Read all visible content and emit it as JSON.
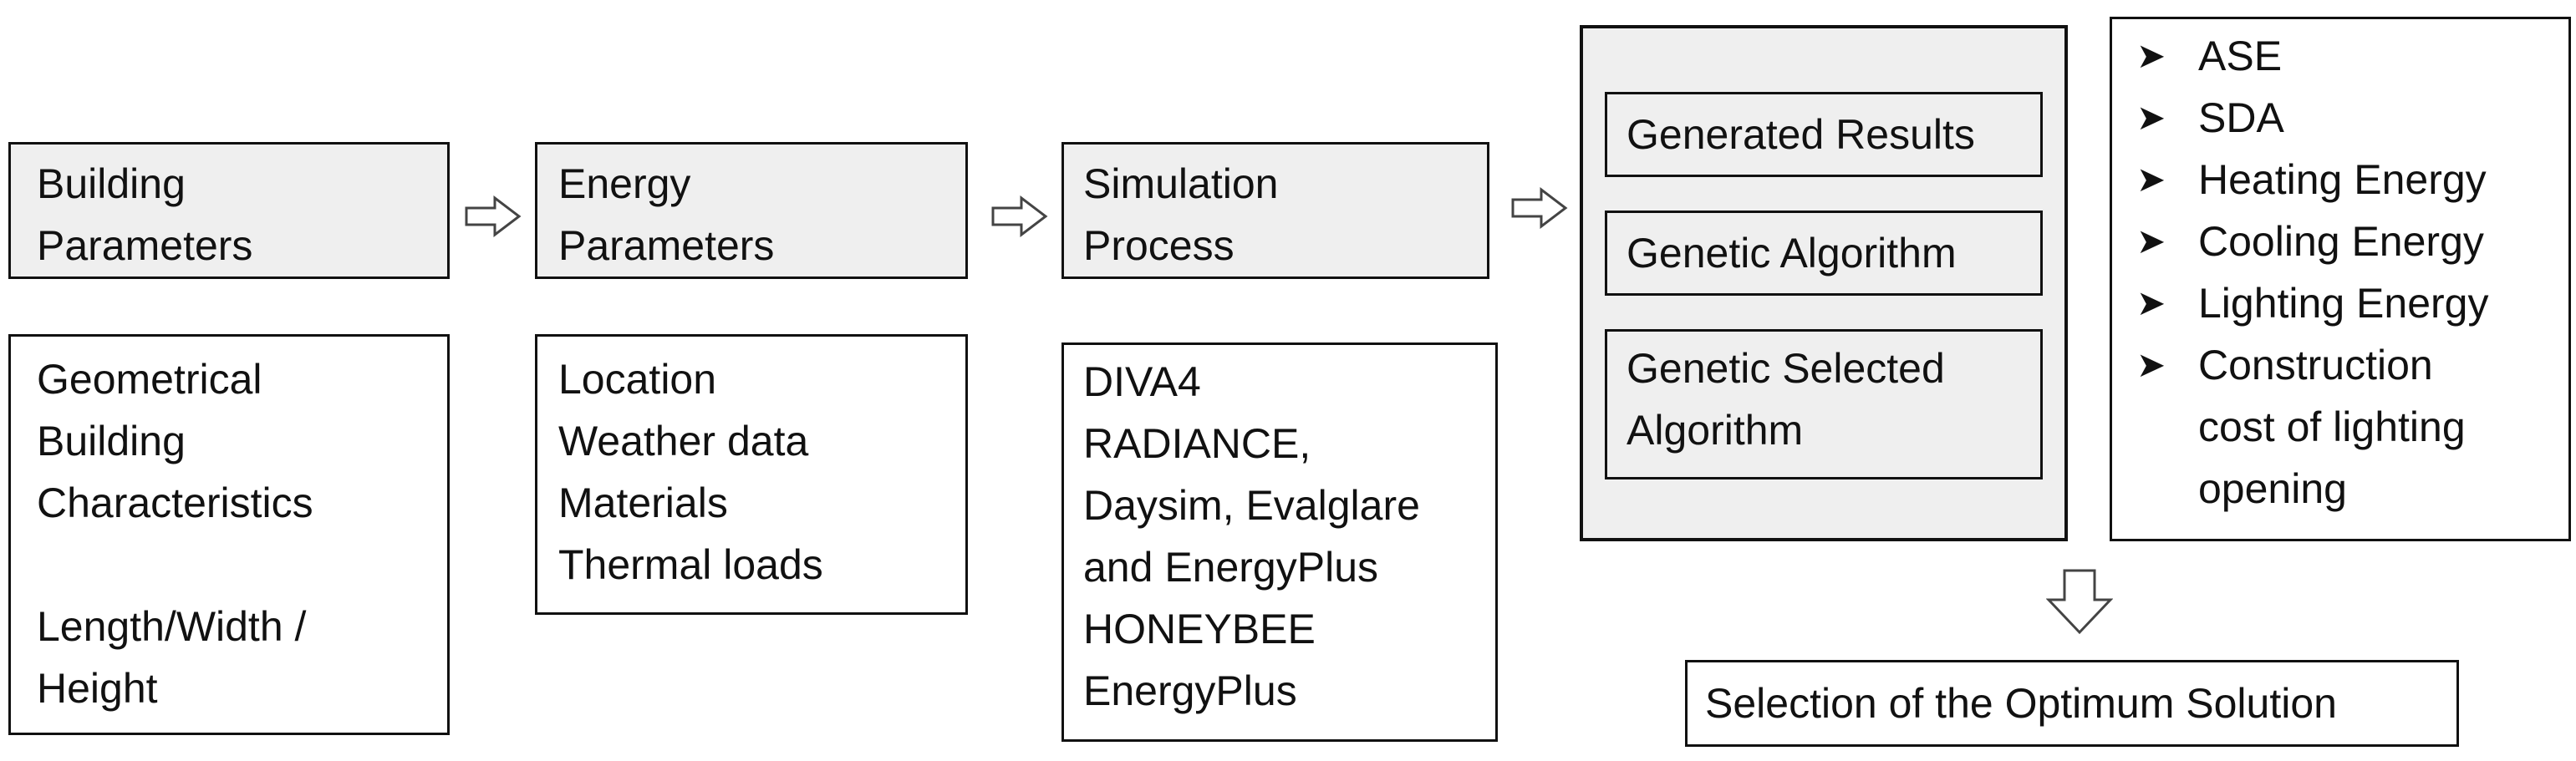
{
  "building": {
    "header": [
      "Building",
      "Parameters"
    ],
    "details": [
      "Geometrical",
      "Building",
      "Characteristics",
      "",
      "Length/Width /",
      "Height"
    ]
  },
  "energy": {
    "header": [
      "Energy",
      "Parameters"
    ],
    "details": [
      "Location",
      "Weather data",
      "Materials",
      "Thermal loads"
    ]
  },
  "simulation": {
    "header": [
      "Simulation",
      "Process"
    ],
    "details": [
      "DIVA4",
      "RADIANCE,",
      "Daysim, Evalglare",
      "and  EnergyPlus",
      "HONEYBEE",
      "EnergyPlus"
    ]
  },
  "optimization": {
    "items": [
      [
        "Generated Results"
      ],
      [
        "Genetic Algorithm"
      ],
      [
        "Genetic Selected",
        "Algorithm"
      ]
    ]
  },
  "objectives": {
    "bullet_icon": "arrowhead-bullet-icon",
    "items": [
      [
        "ASE"
      ],
      [
        "SDA"
      ],
      [
        "Heating Energy"
      ],
      [
        "Cooling Energy"
      ],
      [
        "Lighting Energy"
      ],
      [
        "Construction",
        "cost of lighting",
        "opening"
      ]
    ]
  },
  "result": {
    "label": "Selection of the Optimum Solution"
  },
  "colors": {
    "box_fill": "#efefef",
    "border": "#111111",
    "arrow_fill": "#ffffff"
  }
}
